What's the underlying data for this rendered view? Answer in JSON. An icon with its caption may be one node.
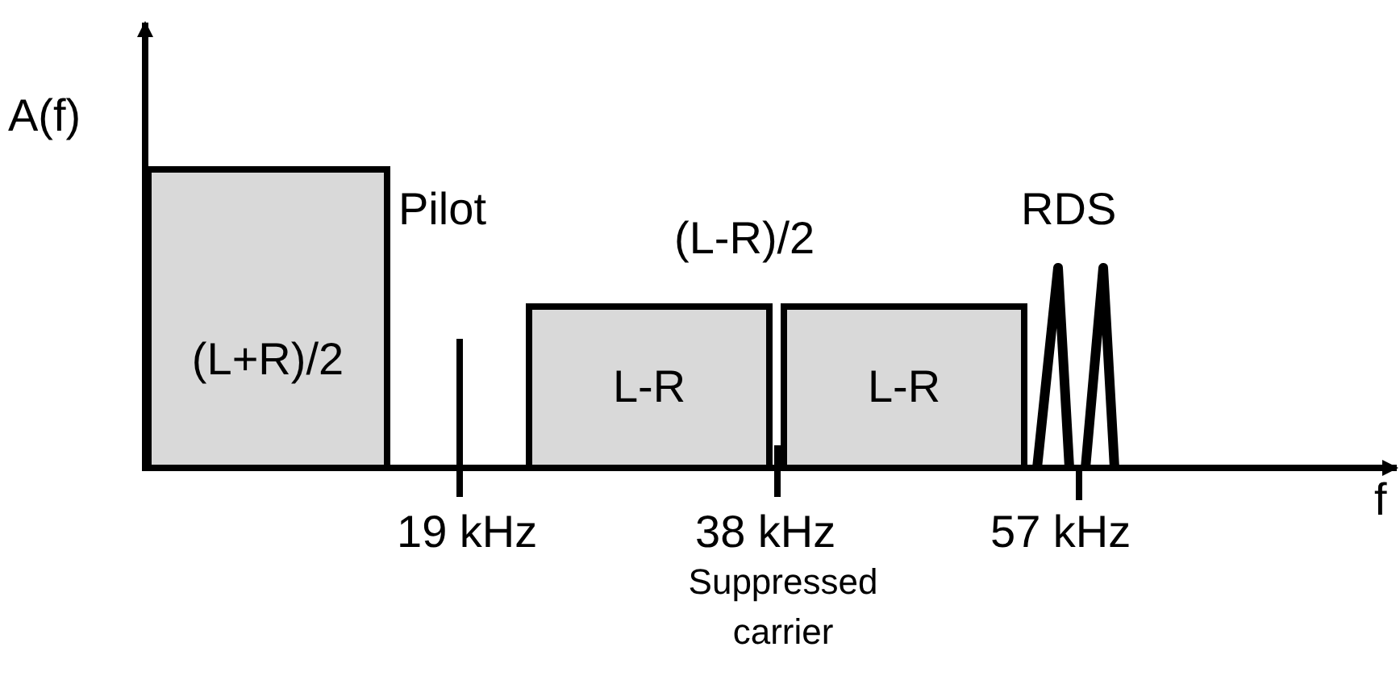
{
  "diagram": {
    "nodes": [
      {
        "text": [
          "(L+R)/2"
        ]
      },
      {
        "text": [
          "L-R"
        ]
      },
      {
        "text": [
          "L-R"
        ]
      }
    ],
    "labels": [
      "A(f)",
      "Pilot",
      "(L-R)/2",
      "RDS",
      "f",
      "19 kHz",
      "38 kHz",
      "57 kHz",
      "Suppressed carrier"
    ]
  }
}
